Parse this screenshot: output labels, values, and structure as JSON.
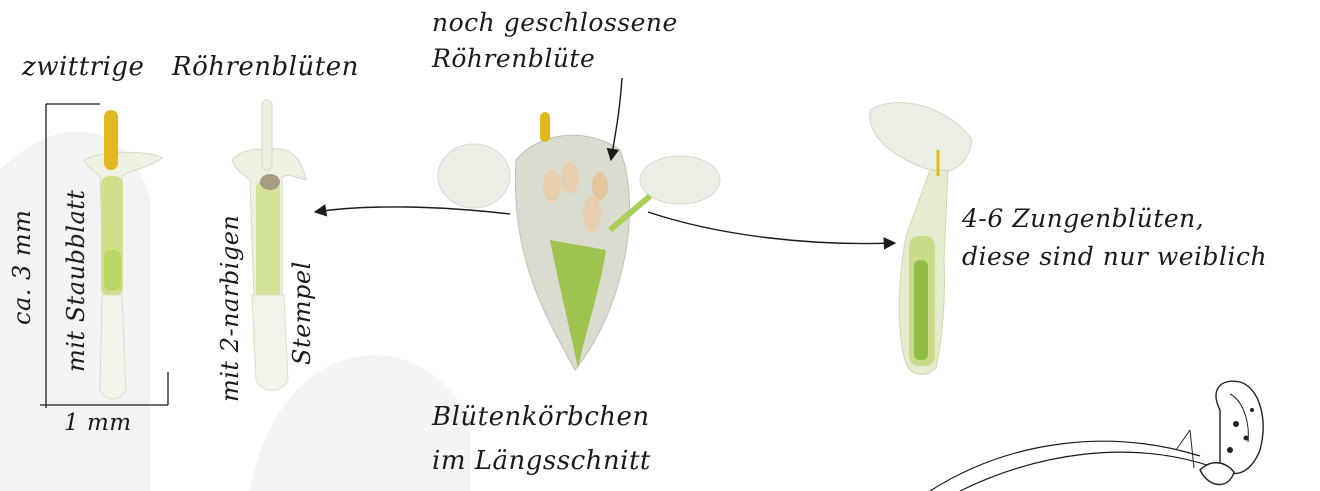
{
  "labels": {
    "closed_floret_line1": "noch geschlossene",
    "closed_floret_line2": "Röhrenblüte",
    "tubular_title_a": "zwittrige",
    "tubular_title_b": "Röhrenblüten",
    "height_scale": "ca. 3 mm",
    "with_stamen": "mit Staubblatt",
    "width_scale": "1 mm",
    "with_pistil": "mit 2-narbigen",
    "pistil": "Stempel",
    "ray_line1": "4-6 Zungenblüten,",
    "ray_line2": "diese sind nur weiblich",
    "capitulum_line1": "Blütenkörbchen",
    "capitulum_line2": "im Längsschnitt"
  },
  "icons": [
    "butterfly-icon"
  ],
  "colors": {
    "ink": "#1b1b1b",
    "petal": "#eef0e6",
    "stem_green": "#9bc34a",
    "anther_yellow": "#e2b81f",
    "watermark": "#f1f1f1"
  }
}
